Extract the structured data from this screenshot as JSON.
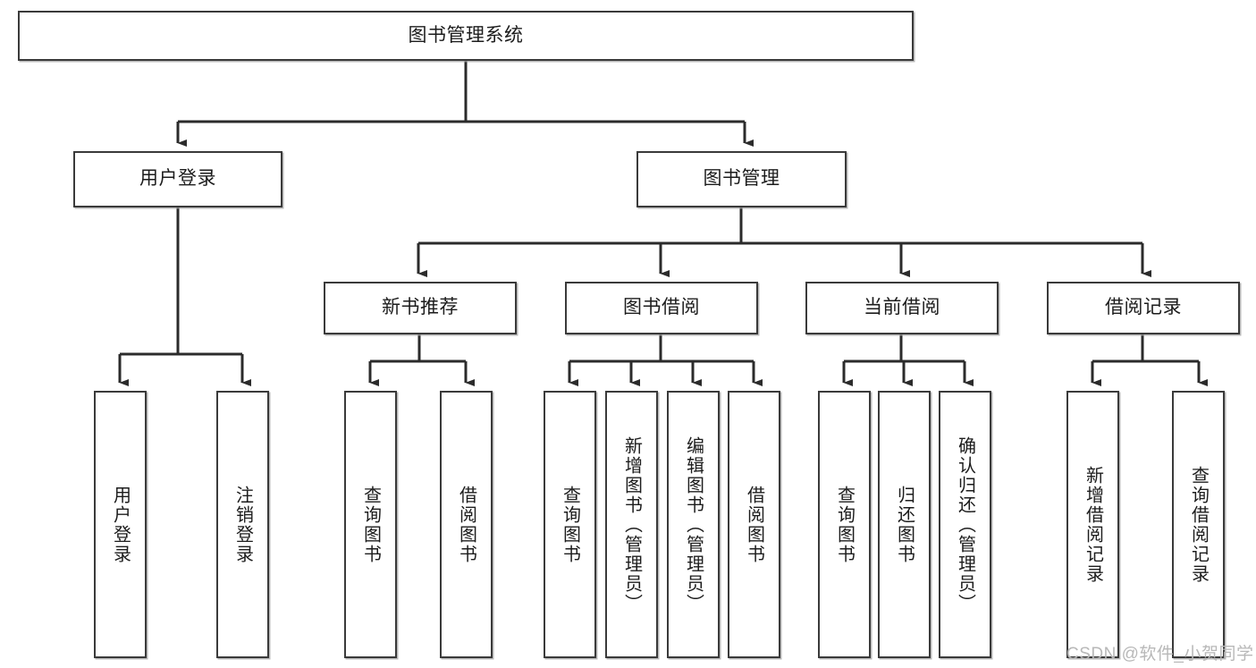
{
  "diagram": {
    "title": "图书管理系统",
    "type": "tree",
    "root": {
      "id": "root",
      "label": "图书管理系统",
      "orientation": "horizontal"
    },
    "level2": [
      {
        "id": "user-login",
        "label": "用户登录",
        "orientation": "horizontal"
      },
      {
        "id": "book-management",
        "label": "图书管理",
        "orientation": "horizontal"
      }
    ],
    "level3": [
      {
        "id": "new-book-recommend",
        "label": "新书推荐",
        "parent": "book-management",
        "orientation": "horizontal"
      },
      {
        "id": "book-borrow",
        "label": "图书借阅",
        "parent": "book-management",
        "orientation": "horizontal"
      },
      {
        "id": "current-borrow",
        "label": "当前借阅",
        "parent": "book-management",
        "orientation": "horizontal"
      },
      {
        "id": "borrow-record",
        "label": "借阅记录",
        "parent": "book-management",
        "orientation": "horizontal"
      }
    ],
    "leaves": [
      {
        "id": "leaf-user-login",
        "label": "用户登录",
        "parent": "user-login",
        "orientation": "vertical"
      },
      {
        "id": "leaf-user-logout",
        "label": "注销登录",
        "parent": "user-login",
        "orientation": "vertical"
      },
      {
        "id": "leaf-query-book-1",
        "label": "查询图书",
        "parent": "new-book-recommend",
        "orientation": "vertical"
      },
      {
        "id": "leaf-borrow-book-1",
        "label": "借阅图书",
        "parent": "new-book-recommend",
        "orientation": "vertical"
      },
      {
        "id": "leaf-query-book-2",
        "label": "查询图书",
        "parent": "book-borrow",
        "orientation": "vertical"
      },
      {
        "id": "leaf-add-book",
        "label": "新增图书（管理员）",
        "parent": "book-borrow",
        "orientation": "vertical"
      },
      {
        "id": "leaf-edit-book",
        "label": "编辑图书（管理员）",
        "parent": "book-borrow",
        "orientation": "vertical"
      },
      {
        "id": "leaf-borrow-book-2",
        "label": "借阅图书",
        "parent": "book-borrow",
        "orientation": "vertical"
      },
      {
        "id": "leaf-query-book-3",
        "label": "查询图书",
        "parent": "current-borrow",
        "orientation": "vertical"
      },
      {
        "id": "leaf-return-book",
        "label": "归还图书",
        "parent": "current-borrow",
        "orientation": "vertical"
      },
      {
        "id": "leaf-confirm-return",
        "label": "确认归还（管理员）",
        "parent": "current-borrow",
        "orientation": "vertical"
      },
      {
        "id": "leaf-add-record",
        "label": "新增借阅记录",
        "parent": "borrow-record",
        "orientation": "vertical"
      },
      {
        "id": "leaf-query-record",
        "label": "查询借阅记录",
        "parent": "borrow-record",
        "orientation": "vertical"
      }
    ],
    "colors": {
      "node_border": "#3a3a3a",
      "node_fill": "#ffffff",
      "connector": "#2b2b2b",
      "text": "#1c1c1c",
      "watermark": "#b8b8b8",
      "background": "#ffffff"
    }
  },
  "watermark": {
    "text": "CSDN @软件_小贺同学"
  }
}
